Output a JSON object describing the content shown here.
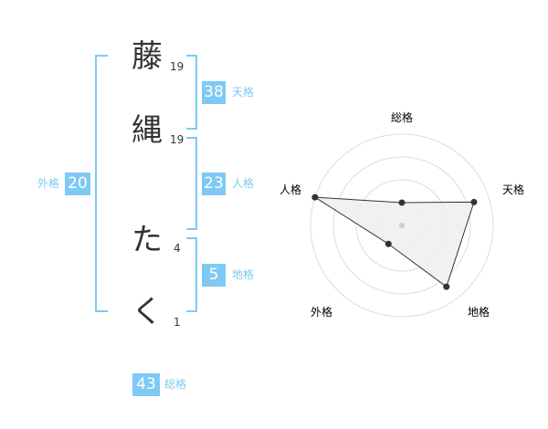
{
  "name": {
    "chars": [
      {
        "char": "藤",
        "strokes": "19"
      },
      {
        "char": "縄",
        "strokes": "19"
      },
      {
        "char": "た",
        "strokes": "4"
      },
      {
        "char": "く",
        "strokes": "1"
      }
    ]
  },
  "kaku": {
    "tenkaku": {
      "value": "38",
      "label": "天格"
    },
    "jinkaku": {
      "value": "23",
      "label": "人格"
    },
    "chikaku": {
      "value": "5",
      "label": "地格"
    },
    "gaikaku": {
      "value": "20",
      "label": "外格"
    },
    "soukaku": {
      "value": "43",
      "label": "総格"
    }
  },
  "chart_data": {
    "type": "radar",
    "axes": [
      "総格",
      "天格",
      "地格",
      "外格",
      "人格"
    ],
    "values": [
      0.25,
      0.83,
      0.83,
      0.25,
      1.0
    ],
    "rings": 4,
    "grid": true,
    "colors": {
      "accent": "#7fc9f4",
      "fill": "#eeeeee",
      "line": "#333333"
    }
  }
}
